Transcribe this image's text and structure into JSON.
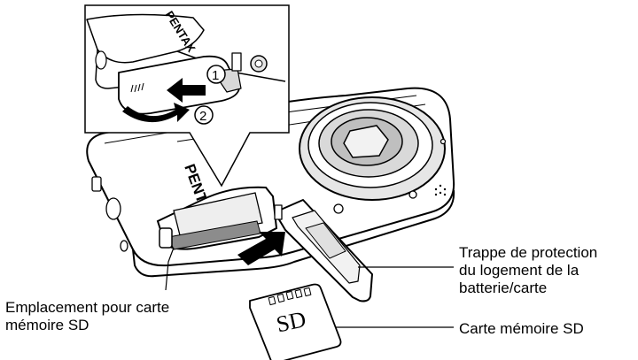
{
  "brand": {
    "body_logo": "PENTAX",
    "inset_logo": "PENTAX"
  },
  "steps": {
    "step1": "1",
    "step2": "2"
  },
  "card": {
    "text": "SD"
  },
  "labels": {
    "cover": {
      "line1": "Trappe de protection",
      "line2": "du logement de la",
      "line3": "batterie/carte"
    },
    "card": {
      "line1": "Carte mémoire SD"
    },
    "slot": {
      "line1": "Emplacement pour carte",
      "line2": "mémoire SD"
    }
  },
  "colors": {
    "line": "#000000",
    "body_fill": "#ffffff",
    "shade": "#d9d9d9",
    "dark_shade": "#8c8c8c"
  }
}
